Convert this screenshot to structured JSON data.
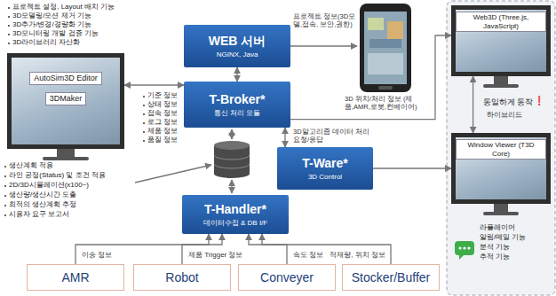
{
  "diagram": {
    "nodes": [
      {
        "text": [
          "AutoSim3D Editor",
          "3DMaker"
        ]
      },
      {
        "text": [
          "WEB 서버",
          "NGINX, Java"
        ]
      },
      {
        "text": [
          "Web3D (Three.js, JavaScript)"
        ]
      },
      {
        "text": [
          "T-Broker*",
          "통신 처리 모듈"
        ]
      },
      {
        "text": [
          "T-Ware*",
          "3D Control"
        ]
      },
      {
        "text": [
          "Window Viewer (T3D Core)"
        ]
      },
      {
        "text": [
          "T-Handler*",
          "데이터수집 & DB I/F"
        ]
      },
      {
        "text": [
          "AMR"
        ]
      },
      {
        "text": [
          "Robot"
        ]
      },
      {
        "text": [
          "Conveyer"
        ]
      },
      {
        "text": [
          "Stocker/Buffer"
        ]
      }
    ],
    "edges": [
      {
        "from": 0,
        "to": 3,
        "arrow": "both"
      },
      {
        "from": 1,
        "to": 3,
        "arrow": "both"
      },
      {
        "from": 3,
        "to": 2,
        "arrow": "to"
      },
      {
        "from": 3,
        "to": 4,
        "label": "3D알고리즘 데이터 처리 요청/응답",
        "arrow": "both"
      },
      {
        "from": 4,
        "to": 5,
        "arrow": "to"
      },
      {
        "from": 2,
        "to": 5,
        "arrow": "both"
      },
      {
        "from": 7,
        "to": 6,
        "label": "이송 정보",
        "arrow": "to"
      },
      {
        "from": 8,
        "to": 6,
        "label": "제품 Trigger 정보",
        "arrow": "to"
      },
      {
        "from": 9,
        "to": 6,
        "label": "속도 정보",
        "arrow": "to"
      },
      {
        "from": 10,
        "to": 6,
        "label": "적재량, 위치 정보",
        "arrow": "to"
      }
    ],
    "labels": [
      "프로젝트 설정, Layout 배치 기능",
      "3D모델링/모션 제거 기능",
      "3D추가/변경/경량화 기능",
      "3D모니터링 개발 검증 기능",
      "3D라이브러리 자산화",
      "프로젝트 정보(3D모델,접속, 보안,권한)",
      "기준 정보",
      "상태 정보",
      "접속 정보",
      "로그 정보",
      "제품 정보",
      "품질 정보",
      "3D 위치/처리 정보 (제품,AMR,로봇,컨베이어)",
      "생산계획 적용",
      "라인 공정(Status) 및 조건 적용",
      "2D/3D시뮬레이션(x100~)",
      "생산량/생산시간 도출",
      "최적의 생산계획 추정",
      "시용자 요구 보고서",
      "동일하게 동작",
      "❗",
      "하이브리드",
      "라플레이어",
      "알림/메일 기능",
      "분석 기능",
      "추적 기능"
    ]
  }
}
